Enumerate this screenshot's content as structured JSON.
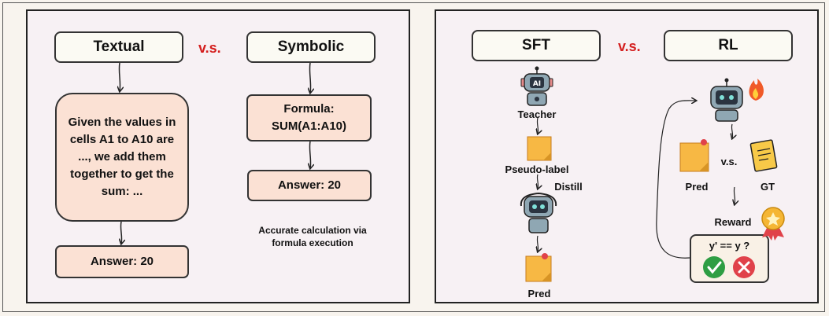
{
  "left_panel": {
    "textual_label": "Textual",
    "vs_label": "v.s.",
    "symbolic_label": "Symbolic",
    "textual_reasoning": "Given the values in cells A1 to A10 are ..., we add them together to get the sum: ...",
    "textual_answer": "Answer: 20",
    "formula_title": "Formula:",
    "formula_expr": "SUM(A1:A10)",
    "symbolic_answer": "Answer: 20",
    "caption_line1": "Accurate calculation via",
    "caption_line2": "formula execution"
  },
  "right_panel": {
    "sft_label": "SFT",
    "vs_label": "v.s.",
    "rl_label": "RL",
    "teacher_label": "Teacher",
    "teacher_badge": "AI",
    "pseudo_label": "Pseudo-label",
    "distill_label": "Distill",
    "sft_pred_label": "Pred",
    "rl_pred_label": "Pred",
    "rl_vs_label": "v.s.",
    "gt_label": "GT",
    "reward_label": "Reward",
    "check_text": "y' == y ?"
  },
  "colors": {
    "accent_red": "#d41e1e",
    "peach_fill": "#fbe1d4",
    "panel_fill": "#f7f1f4",
    "note_yellow": "#f7b844",
    "check_green": "#2e9e43",
    "cross_red": "#e0424a",
    "robot_body": "#8fa7b3"
  },
  "icons": [
    "robot-icon",
    "ai-teacher-robot-icon",
    "fire-icon",
    "sticky-note-icon",
    "document-icon",
    "medal-icon",
    "check-icon",
    "cross-icon"
  ]
}
